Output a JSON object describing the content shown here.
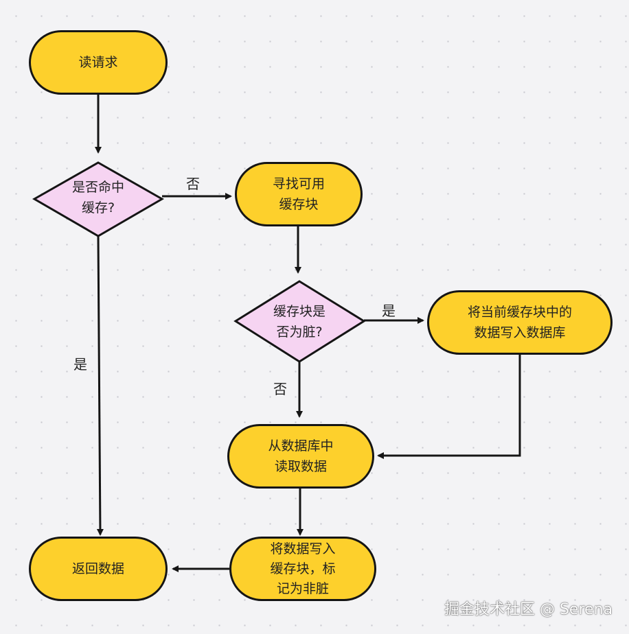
{
  "nodes": {
    "read_request": "读请求",
    "cache_hit": "是否命中\n缓存?",
    "find_cache_block": "寻找可用\n缓存块",
    "block_dirty": "缓存块是\n否为脏?",
    "write_to_db": "将当前缓存块中的\n数据写入数据库",
    "read_from_db": "从数据库中\n读取数据",
    "write_cache_clean": "将数据写入\n缓存块，标\n记为非脏",
    "return_data": "返回数据"
  },
  "edge_labels": {
    "hit_no": "否",
    "hit_yes": "是",
    "dirty_yes": "是",
    "dirty_no": "否"
  },
  "watermark": "掘金技术社区 @ Serena",
  "colors": {
    "pill_fill": "#fdd02c",
    "diamond_fill": "#f6d4f2",
    "stroke": "#151515"
  }
}
